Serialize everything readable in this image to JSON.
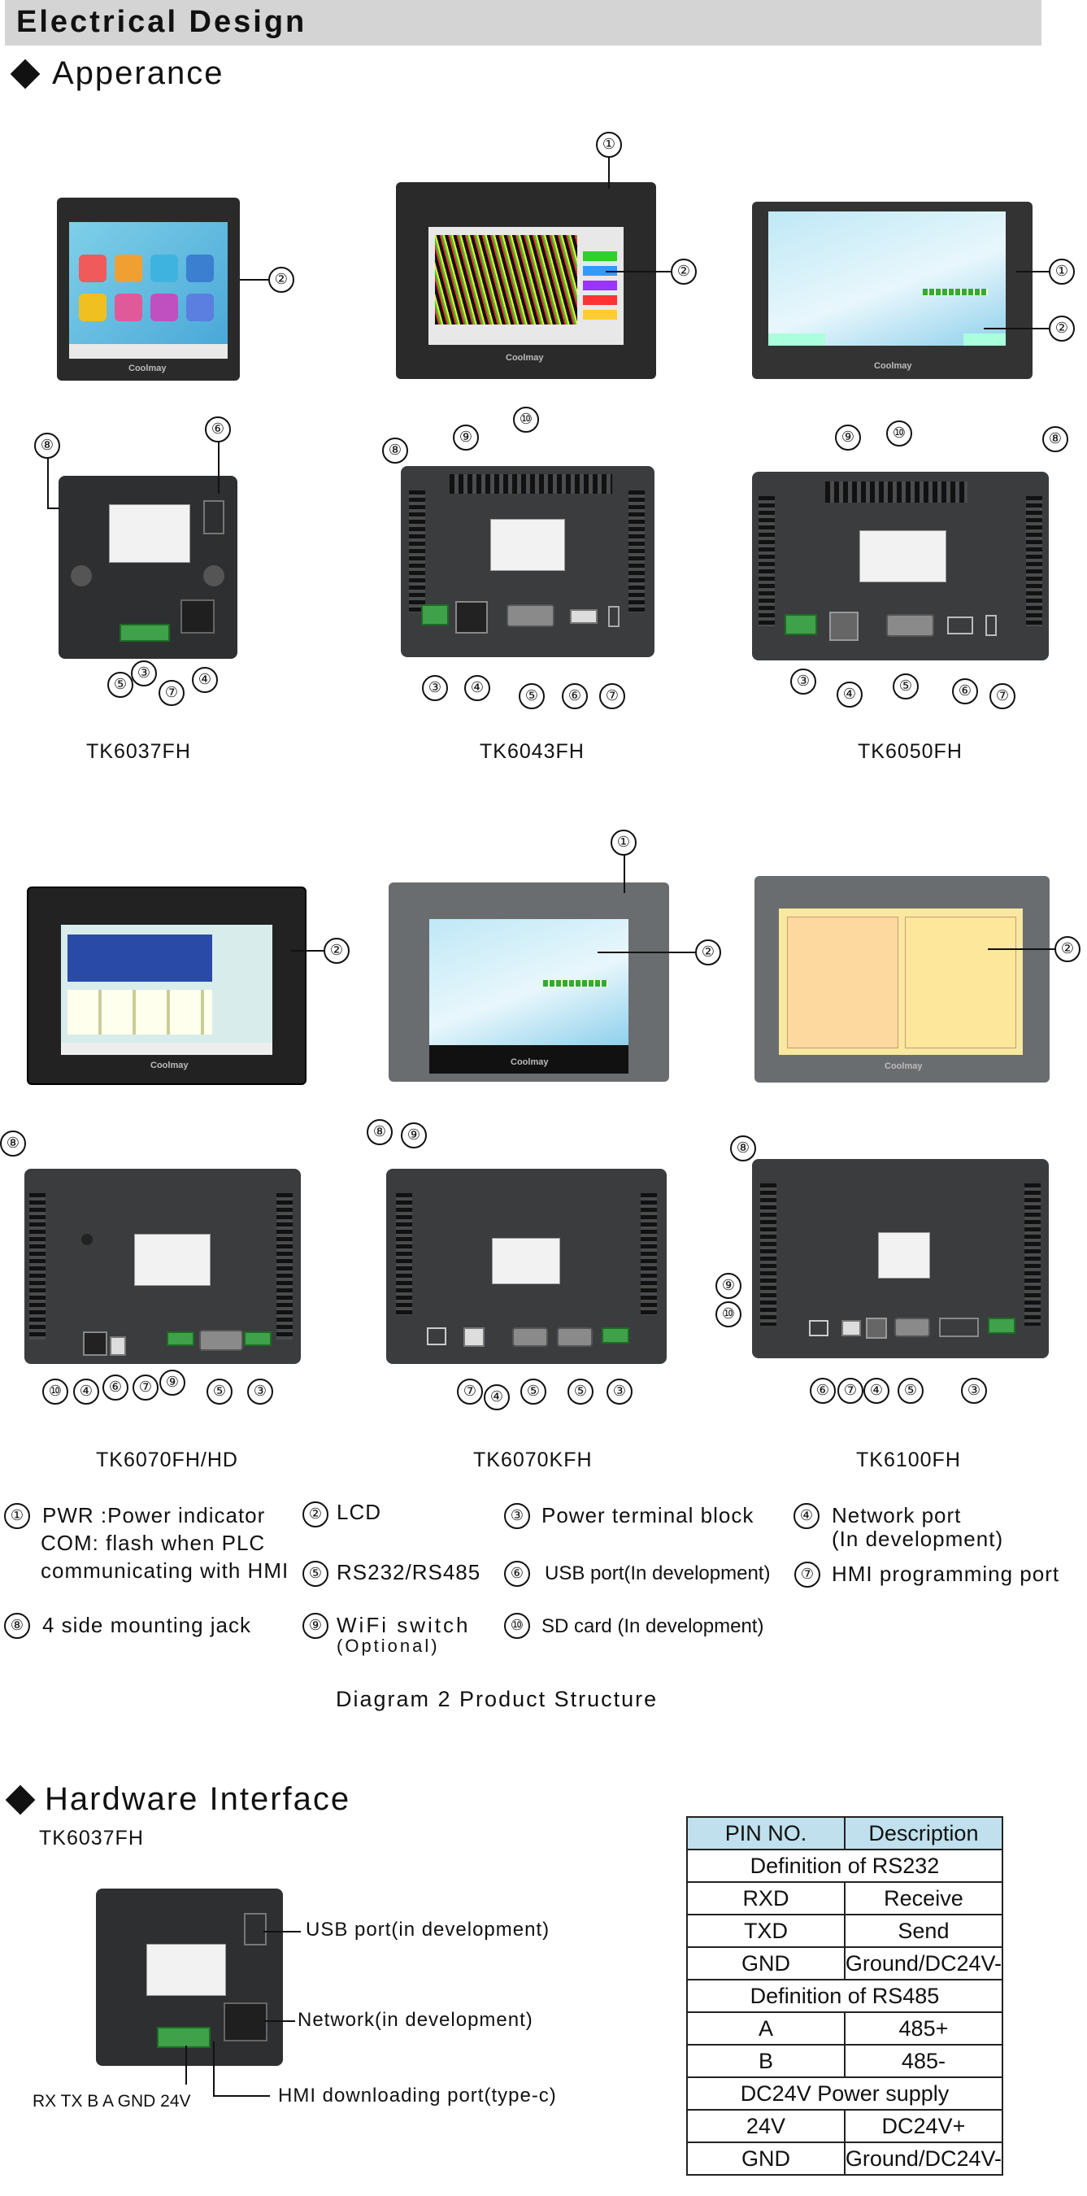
{
  "page": {
    "header": "Electrical Design",
    "section_appearance": "Apperance",
    "section_hardware": "Hardware Interface"
  },
  "models_row1": [
    "TK6037FH",
    "TK6043FH",
    "TK6050FH"
  ],
  "models_row2": [
    "TK6070FH/HD",
    "TK6070KFH",
    "TK6100FH"
  ],
  "brand": "Coolmay",
  "callouts": [
    "①",
    "②",
    "③",
    "④",
    "⑤",
    "⑥",
    "⑦",
    "⑧",
    "⑨",
    "⑩"
  ],
  "legend": {
    "l1a": "PWR :Power indicator",
    "l1b": "COM: flash when PLC",
    "l1c": "communicating with HMI",
    "l2": "LCD",
    "l3": "Power terminal block",
    "l4a": "Network port",
    "l4b": "(In development)",
    "l5": "RS232/RS485",
    "l6": "USB port(In development)",
    "l7": "HMI programming port",
    "l8": "4 side mounting jack",
    "l9a": "WiFi switch",
    "l9b": "(Optional)",
    "l10": "SD card (In development)"
  },
  "caption": "Diagram 2  Product  Structure",
  "hardware": {
    "model": "TK6037FH",
    "usb": "USB port(in development)",
    "network": "Network(in development)",
    "hmi": "HMI downloading port(type-c)",
    "pins": "RX TX B A GND 24V"
  },
  "table": {
    "header": [
      "PIN NO.",
      "Description"
    ],
    "rows": [
      {
        "span": "Definition of RS232"
      },
      {
        "pin": "RXD",
        "desc": "Receive"
      },
      {
        "pin": "TXD",
        "desc": "Send"
      },
      {
        "pin": "GND",
        "desc": "Ground/DC24V-"
      },
      {
        "span": "Definition of RS485"
      },
      {
        "pin": "A",
        "desc": "485+"
      },
      {
        "pin": "B",
        "desc": "485-"
      },
      {
        "span": "DC24V Power supply"
      },
      {
        "pin": "24V",
        "desc": "DC24V+"
      },
      {
        "pin": "GND",
        "desc": "Ground/DC24V-"
      }
    ]
  },
  "colors": {
    "table_header": "#bfe0ec",
    "header_bar": "#d4d4d4",
    "terminal_green": "#3fa14a"
  }
}
